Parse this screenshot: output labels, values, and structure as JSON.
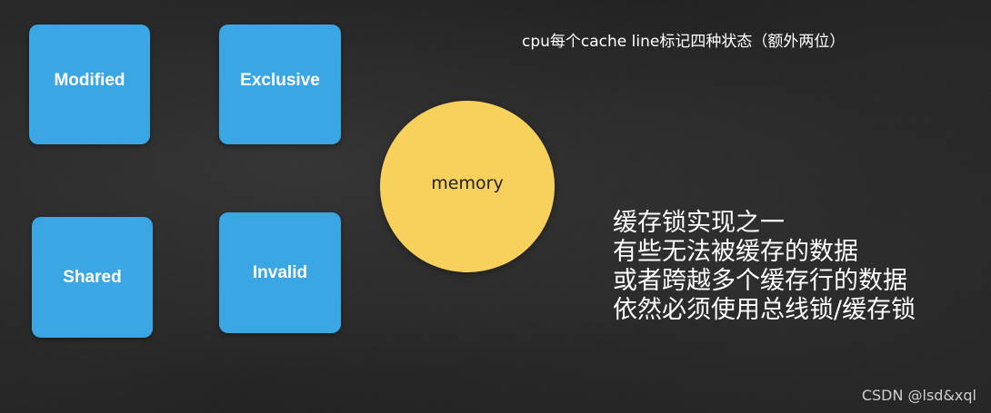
{
  "states": {
    "modified": "Modified",
    "exclusive": "Exclusive",
    "shared": "Shared",
    "invalid": "Invalid"
  },
  "memory": "memory",
  "cpu_note": "cpu每个cache line标记四种状态（额外两位）",
  "notes": [
    "缓存锁实现之一",
    "有些无法被缓存的数据",
    "或者跨越多个缓存行的数据",
    "依然必须使用总线锁/缓存锁"
  ],
  "watermark": "CSDN @lsd&xql",
  "colors": {
    "state_box": "#3aa6e4",
    "memory": "#f7d15c",
    "background": "#1c1c1c"
  }
}
